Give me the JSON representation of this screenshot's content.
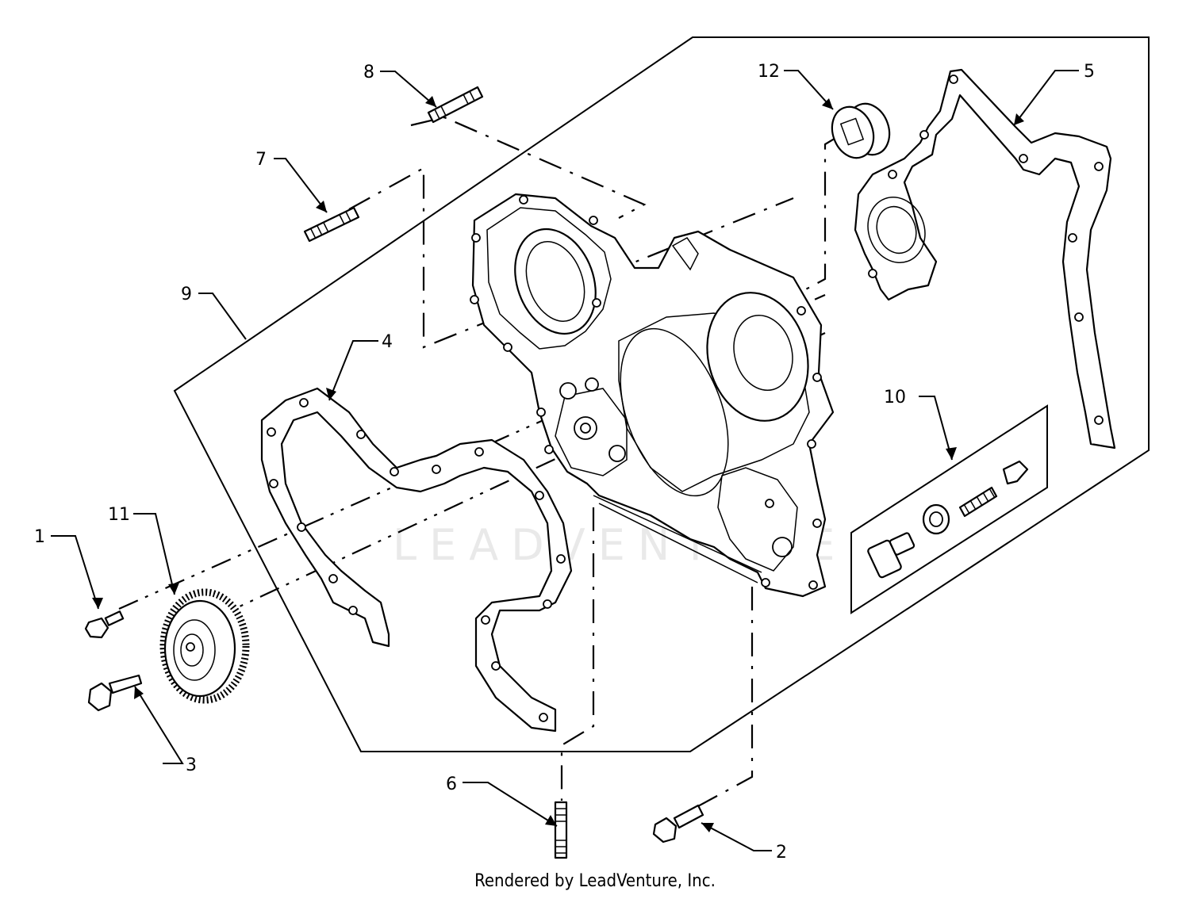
{
  "callouts": {
    "c1": "1",
    "c2": "2",
    "c3": "3",
    "c4": "4",
    "c5": "5",
    "c6": "6",
    "c7": "7",
    "c8": "8",
    "c9": "9",
    "c10": "10",
    "c11": "11",
    "c12": "12"
  },
  "watermark": "LEADVENTURE",
  "footer": "Rendered by LeadVenture, Inc."
}
